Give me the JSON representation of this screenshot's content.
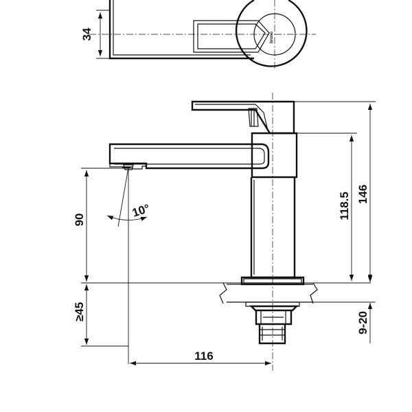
{
  "dimensions": {
    "handle_depth": "34",
    "spout_height": "90",
    "angle": "10°",
    "min_clearance": "≥45",
    "reach": "116",
    "height_to_spout": "118.5",
    "total_height": "146",
    "deck_thickness": "9-20"
  },
  "brand_mark": "bruno"
}
